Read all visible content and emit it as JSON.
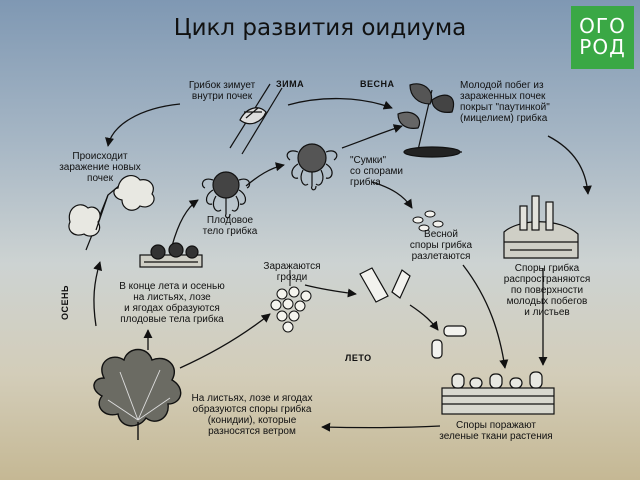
{
  "title": "Цикл развития оидиума",
  "logo": {
    "line1": "ОГО",
    "line2": "РОД"
  },
  "seasons": {
    "winter": "ЗИМА",
    "spring": "ВЕСНА",
    "summer": "ЛЕТО",
    "autumn": "ОСЕНЬ"
  },
  "labels": {
    "winter_mycelium": "Грибок зимует\nвнутри почек",
    "young_shoot": "Молодой побег из\nзараженных почек\nпокрыт \"паутинкой\"\n(мицелием) грибка",
    "bud_infection": "Происходит\nзаражение новых\nпочек",
    "sacs": "\"Сумки\"\nсо спорами\nгрибка",
    "fruit_body": "Плодовое\nтело грибка",
    "spring_spores": "Весной\nспоры грибка\nразлетаются",
    "spores_spread": "Споры грибка\nраспространяются\nпо поверхности\nмолодых побегов\nи листьев",
    "grapes_infected": "Заражаются\nгрозди",
    "late_summer": "В конце лета и осенью\nна листьях, лозе\nи ягодах образуются\nплодовые тела грибка",
    "conidia": "На листьях, лозе и ягодах\nобразуются споры грибка\n(конидии), которые\nразносятся ветром",
    "green_tissue": "Споры поражают\nзеленые ткани растения"
  }
}
